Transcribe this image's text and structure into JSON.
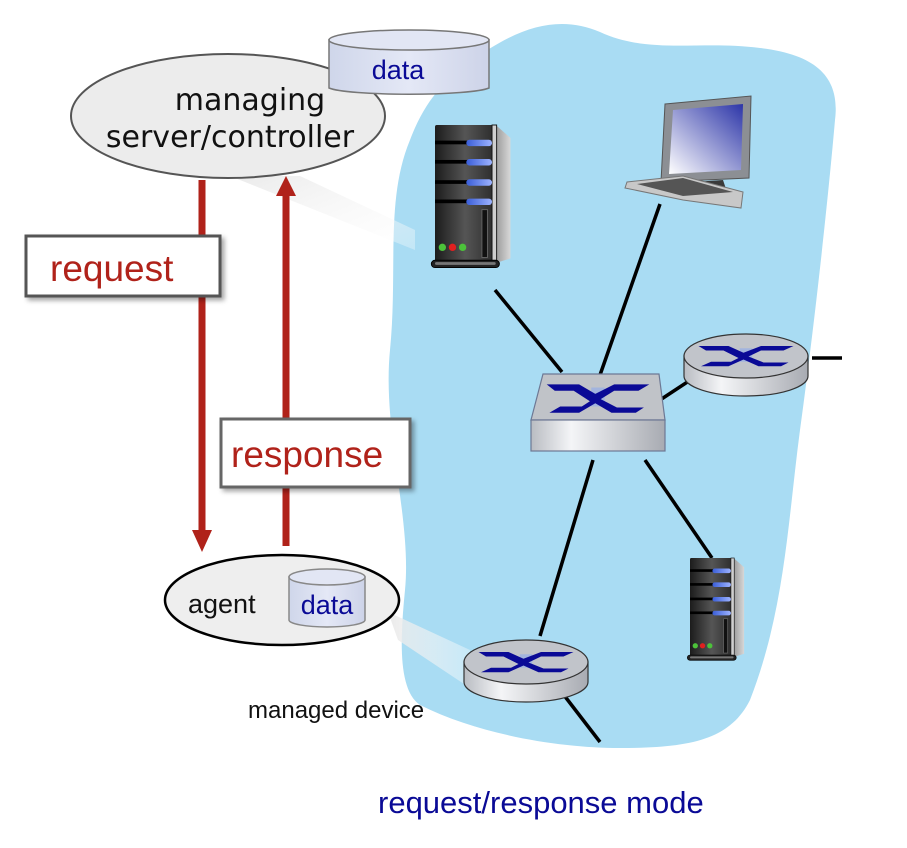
{
  "diagram": {
    "caption": "request/response mode",
    "manager": {
      "label_line1": "managing",
      "label_line2": "server/controller",
      "store_label": "data"
    },
    "agent": {
      "label": "agent",
      "store_label": "data"
    },
    "messages": {
      "request": "request",
      "response": "response"
    },
    "managed_device_label": "managed device",
    "network_nodes": [
      {
        "id": "server-top",
        "type": "server"
      },
      {
        "id": "desktop",
        "type": "host"
      },
      {
        "id": "central-switch",
        "type": "switch"
      },
      {
        "id": "router-right",
        "type": "router"
      },
      {
        "id": "server-bottom",
        "type": "server"
      },
      {
        "id": "router-managed",
        "type": "router"
      }
    ],
    "links": [
      [
        "server-top",
        "central-switch"
      ],
      [
        "desktop",
        "central-switch"
      ],
      [
        "central-switch",
        "router-right"
      ],
      [
        "central-switch",
        "server-bottom"
      ],
      [
        "central-switch",
        "router-managed"
      ]
    ],
    "colors": {
      "network_cloud": "#a9dcf3",
      "arrow": "#b0221a",
      "label_red": "#b0221a",
      "caption_blue": "#0a0a96",
      "device_x": "#0a0a96"
    }
  }
}
